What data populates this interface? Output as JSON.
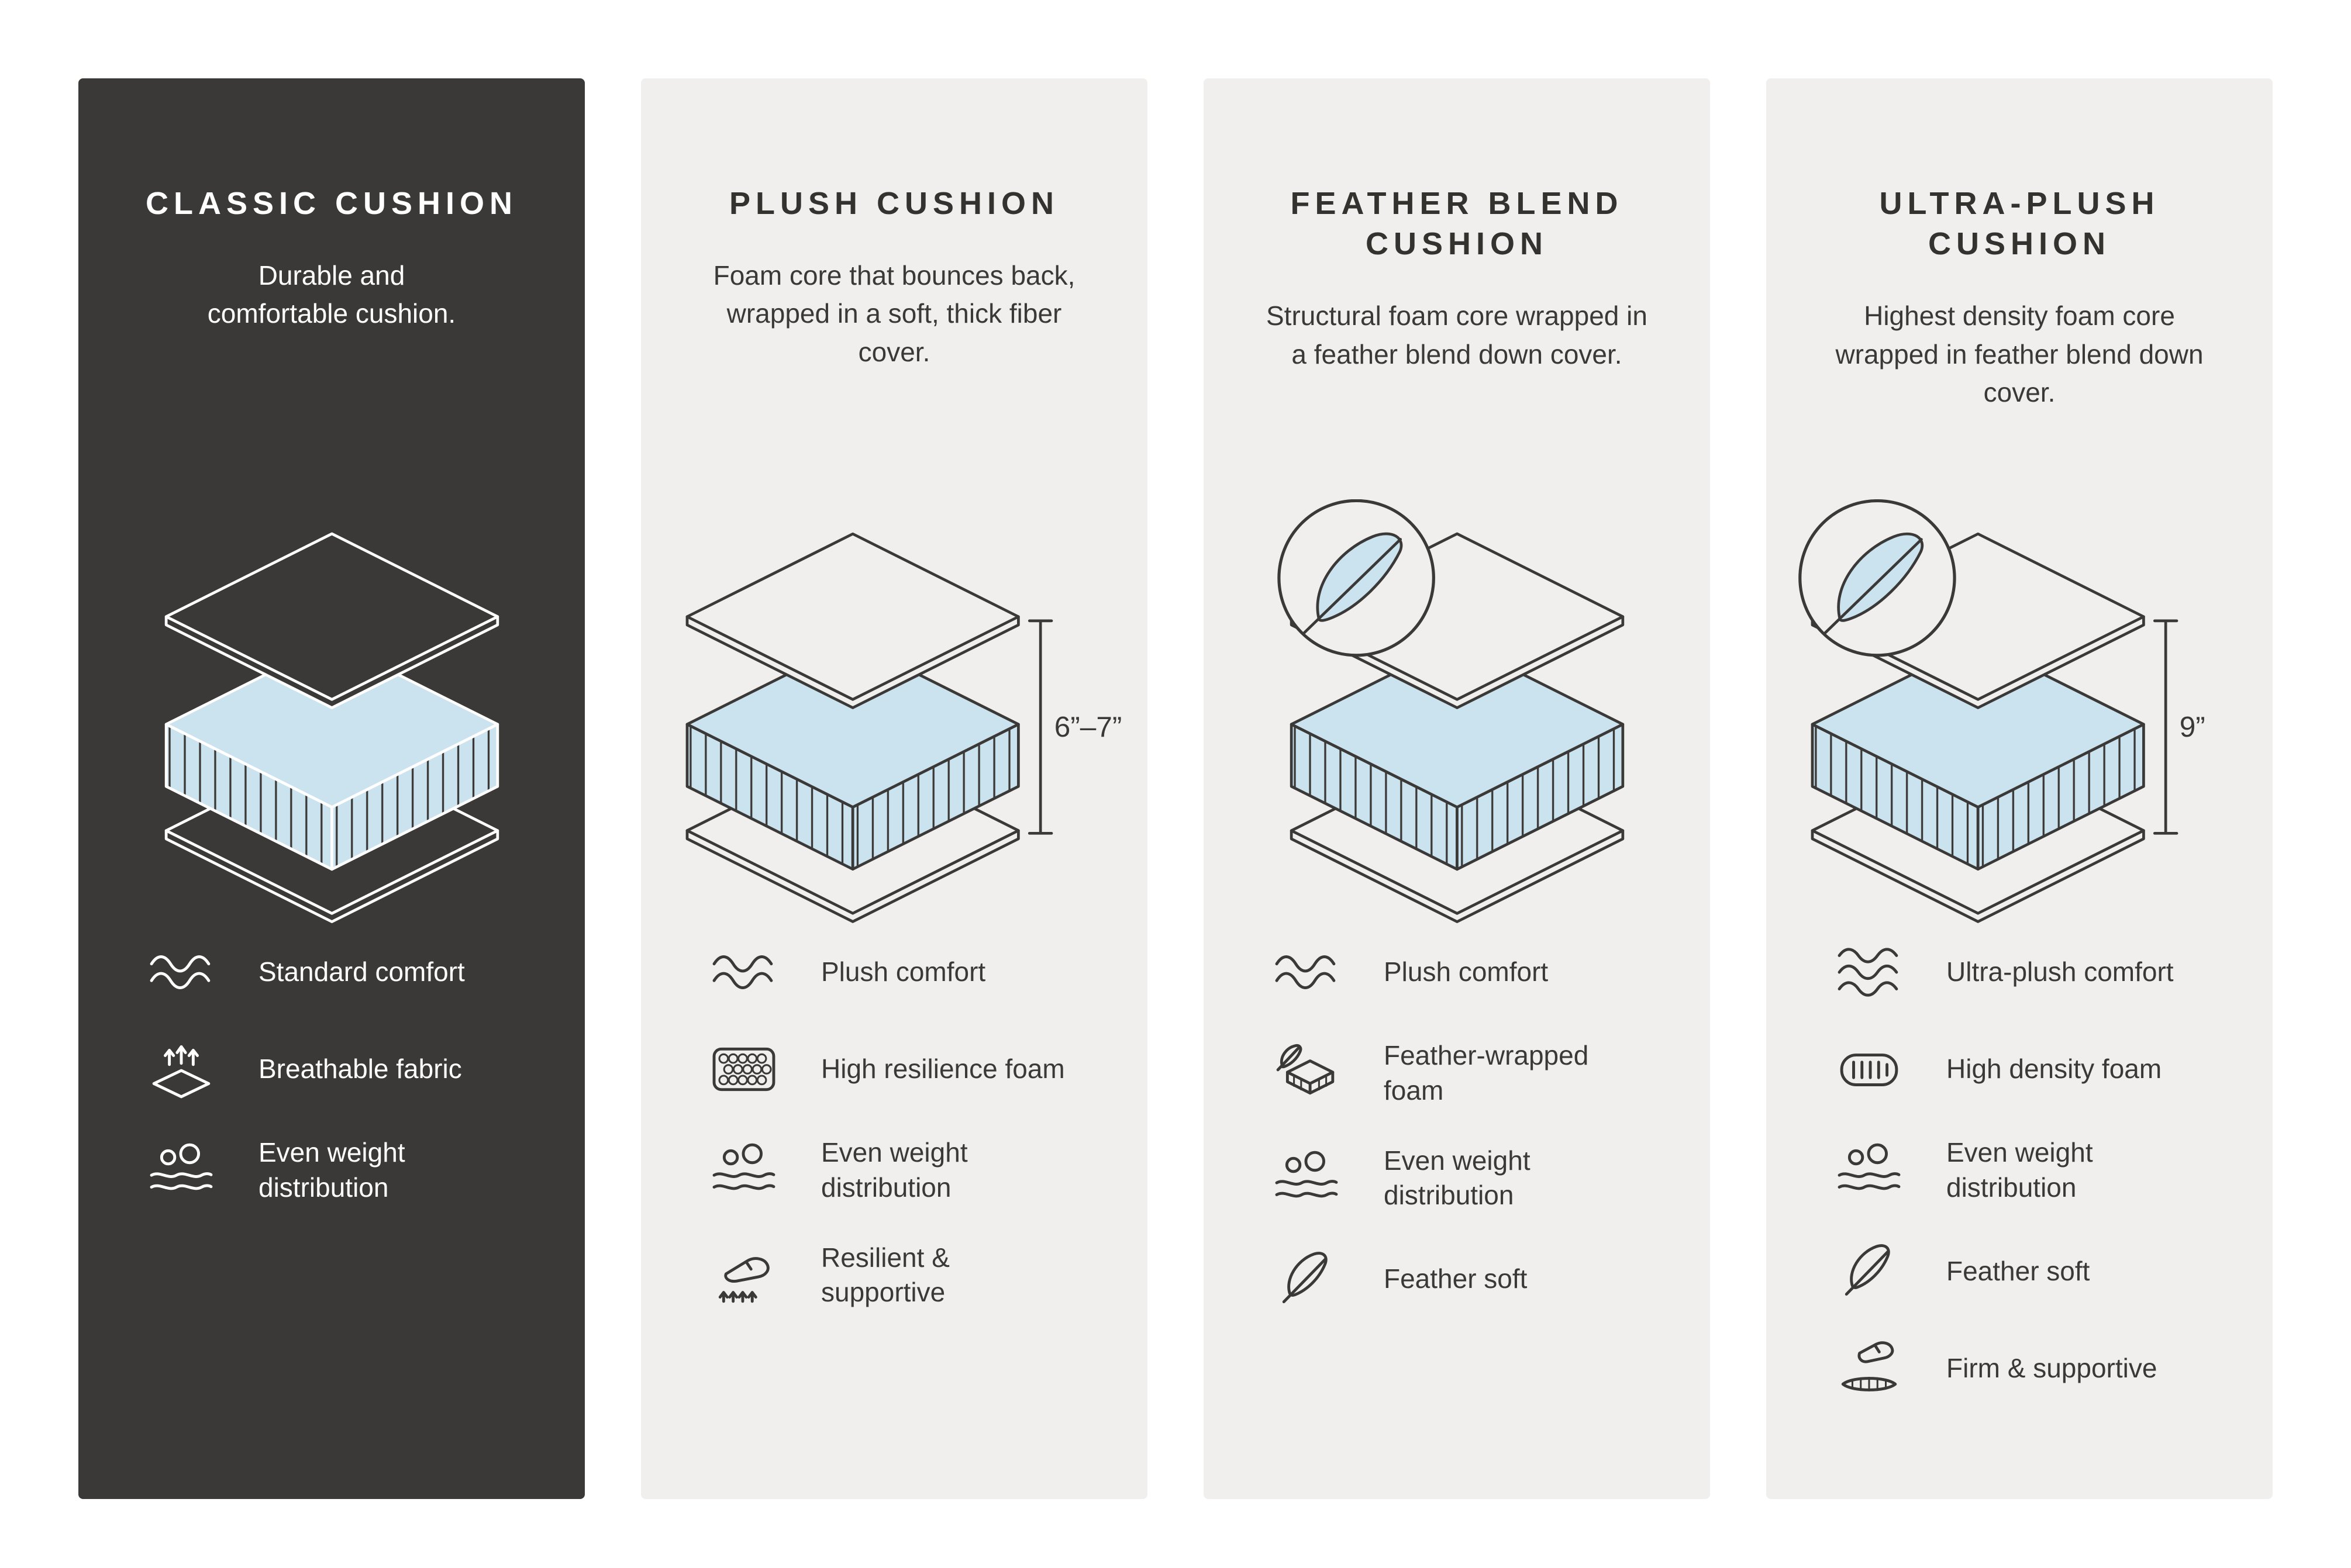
{
  "colors": {
    "background": "#FFFFFF",
    "dark_panel_bg": "#3B3937",
    "light_panel_bg": "#F0EFED",
    "foam_blue": "#CBE3EE",
    "outline_dark": "#3A3938",
    "outline_light": "#FFFFFF"
  },
  "panels": [
    {
      "title": "CLASSIC CUSHION",
      "description": "Durable and comfortable cushion.",
      "theme": "dark",
      "illustration": {
        "type": "layered-cushion",
        "badge": "none",
        "measurement": ""
      },
      "features": [
        {
          "icon": "waves-2",
          "label": "Standard comfort"
        },
        {
          "icon": "breathable",
          "label": "Breathable fabric"
        },
        {
          "icon": "even-weight",
          "label": "Even weight distribution"
        }
      ]
    },
    {
      "title": "PLUSH CUSHION",
      "description": "Foam core that bounces back, wrapped in a soft, thick fiber cover.",
      "theme": "light",
      "illustration": {
        "type": "layered-cushion",
        "badge": "none",
        "measurement": "6”–7”"
      },
      "features": [
        {
          "icon": "waves-2",
          "label": "Plush comfort"
        },
        {
          "icon": "honeycomb-foam",
          "label": "High resilience foam"
        },
        {
          "icon": "even-weight",
          "label": "Even weight distribution"
        },
        {
          "icon": "resilient-hand",
          "label": "Resilient & supportive"
        }
      ]
    },
    {
      "title": "FEATHER BLEND CUSHION",
      "description": "Structural foam core wrapped in a feather blend down cover.",
      "theme": "light",
      "illustration": {
        "type": "layered-cushion",
        "badge": "feather",
        "measurement": ""
      },
      "features": [
        {
          "icon": "waves-2",
          "label": "Plush comfort"
        },
        {
          "icon": "feather-foam",
          "label": "Feather-wrapped foam"
        },
        {
          "icon": "even-weight",
          "label": "Even weight distribution"
        },
        {
          "icon": "feather",
          "label": "Feather soft"
        }
      ]
    },
    {
      "title": "ULTRA-PLUSH CUSHION",
      "description": "Highest density foam core wrapped in feather blend down cover.",
      "theme": "light",
      "illustration": {
        "type": "layered-cushion",
        "badge": "feather",
        "measurement": "9”"
      },
      "features": [
        {
          "icon": "waves-3",
          "label": "Ultra-plush comfort"
        },
        {
          "icon": "density-foam",
          "label": "High density foam"
        },
        {
          "icon": "even-weight",
          "label": "Even weight distribution"
        },
        {
          "icon": "feather",
          "label": "Feather soft"
        },
        {
          "icon": "firm-hand",
          "label": "Firm & supportive"
        }
      ]
    }
  ]
}
